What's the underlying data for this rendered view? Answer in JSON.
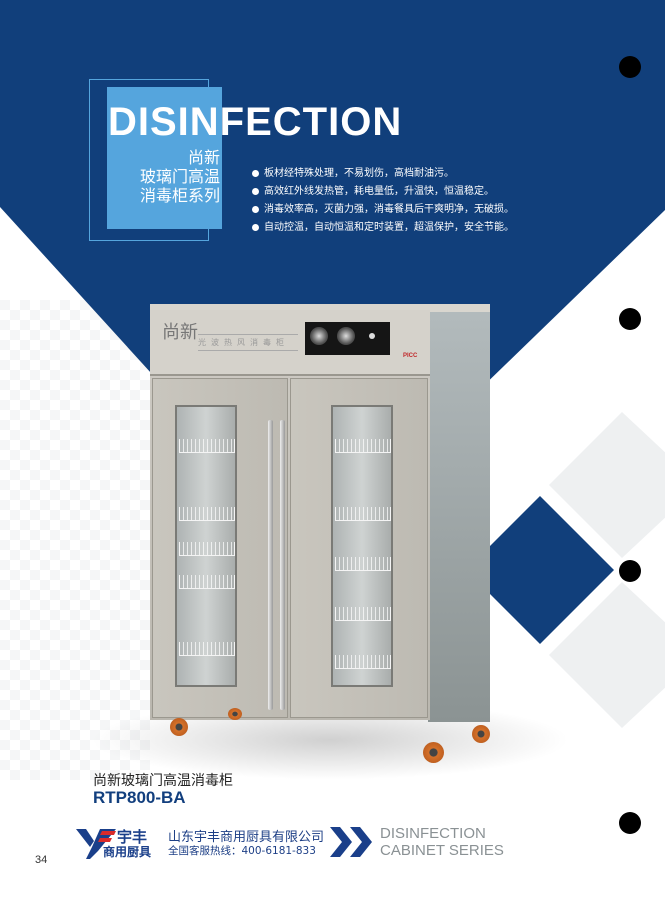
{
  "header": {
    "title_en": "DISINFECTION",
    "series_lines": [
      "尚新",
      "玻璃门高温",
      "消毒柜系列"
    ]
  },
  "features": [
    "板材经特殊处理，不易划伤，高档耐油污。",
    "高效红外线发热管，耗电量低，升温快，恒温稳定。",
    "消毒效率高，灭菌力强，消毒餐具后干爽明净，无破损。",
    "自动控温，自动恒温和定时装置，超温保护，安全节能。"
  ],
  "product": {
    "panel_brand": "尚新",
    "panel_slogan": "光波热风消毒柜",
    "badge": "PICC",
    "name": "尚新玻璃门高温消毒柜",
    "model": "RTP800-BA"
  },
  "footer": {
    "logo_brand": "宇丰",
    "logo_sub": "商用厨具",
    "company": "山东宇丰商用厨具有限公司",
    "hotline": "全国客服热线：400-6181-833",
    "series_en_1": "DISINFECTION",
    "series_en_2": "CABINET SERIES",
    "page_number": "34"
  },
  "colors": {
    "navy": "#113f7b",
    "light_blue": "#55a5dd",
    "gray_diamond": "#eef0f1"
  }
}
